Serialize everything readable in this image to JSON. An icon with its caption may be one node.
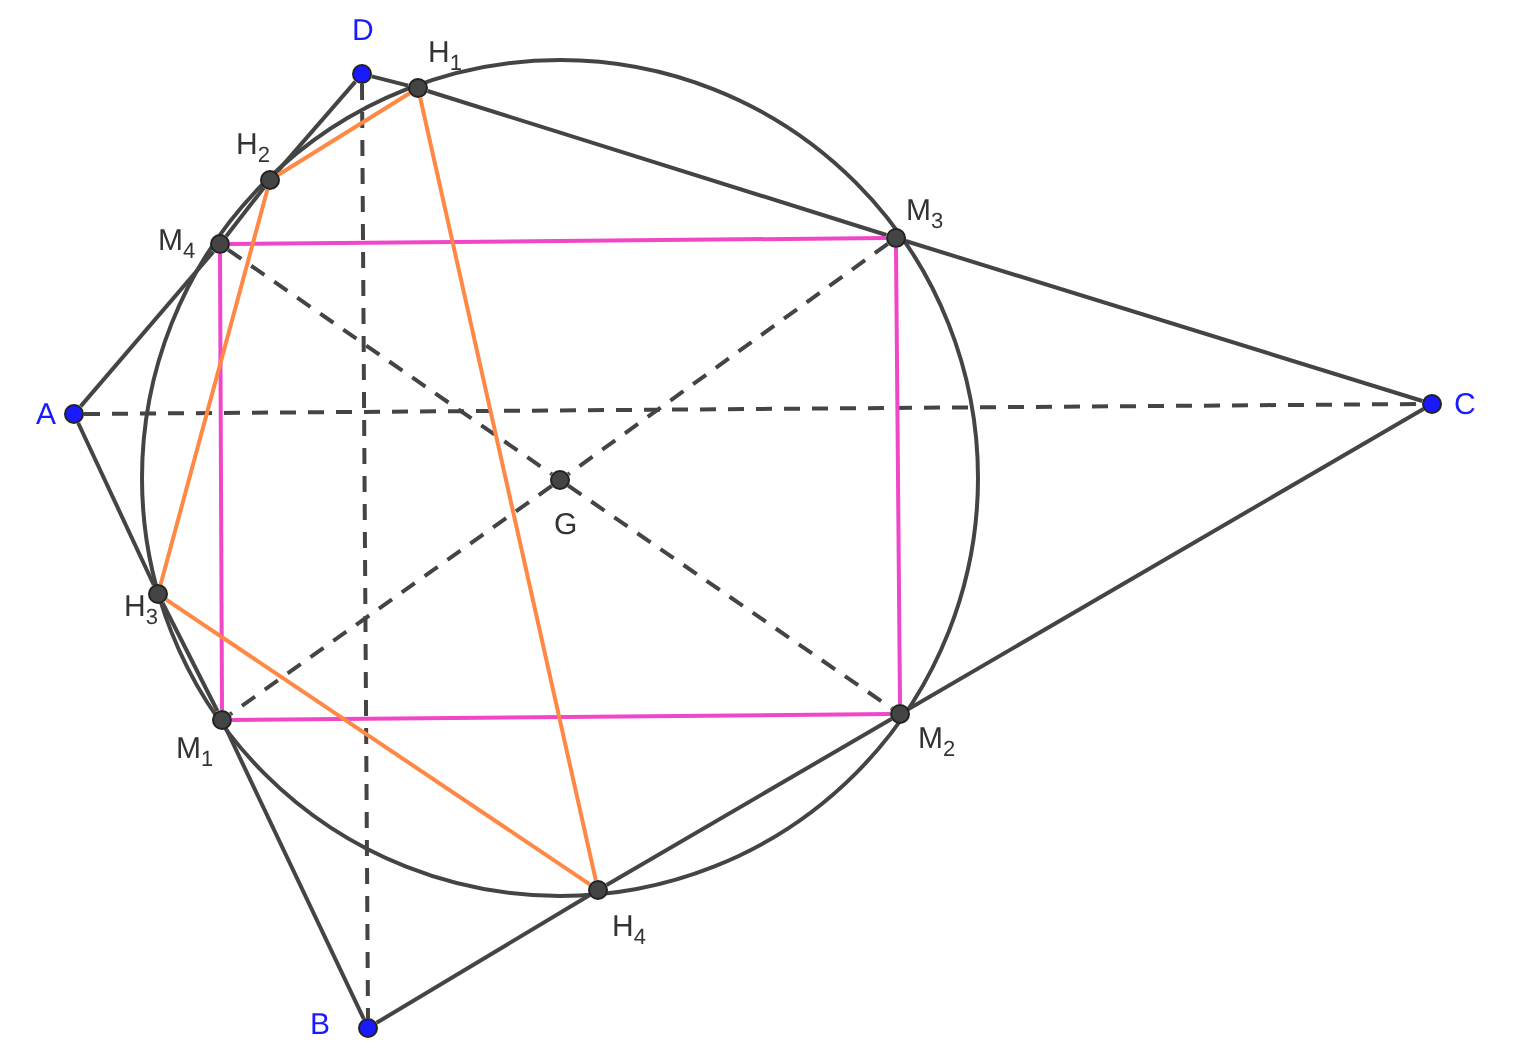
{
  "diagram": {
    "nodes": [
      {
        "text": [
          "D"
        ]
      },
      {
        "text": [
          "H$_{1}$"
        ]
      },
      {
        "text": [
          "H$_{2}$"
        ]
      },
      {
        "text": [
          "M$_{4}$"
        ]
      },
      {
        "text": [
          "M$_{3}$"
        ]
      },
      {
        "text": [
          "A"
        ]
      },
      {
        "text": [
          "C"
        ]
      },
      {
        "text": [
          "G"
        ]
      },
      {
        "text": [
          "H$_{3}$"
        ]
      },
      {
        "text": [
          "M$_{1}$"
        ]
      },
      {
        "text": [
          "M$_{2}$"
        ]
      },
      {
        "text": [
          "H$_{4}$"
        ]
      },
      {
        "text": [
          "B"
        ]
      }
    ],
    "edges": [
      {
        "from": 5,
        "to": 3,
        "arrow": "none"
      },
      {
        "from": 3,
        "to": 2,
        "arrow": "none"
      },
      {
        "from": 2,
        "to": 0,
        "arrow": "none"
      },
      {
        "from": 0,
        "to": 1,
        "arrow": "none"
      },
      {
        "from": 1,
        "to": 4,
        "arrow": "none"
      },
      {
        "from": 4,
        "to": 6,
        "arrow": "none"
      },
      {
        "from": 6,
        "to": 10,
        "arrow": "none"
      },
      {
        "from": 10,
        "to": 11,
        "arrow": "none"
      },
      {
        "from": 11,
        "to": 12,
        "arrow": "none"
      },
      {
        "from": 12,
        "to": 9,
        "arrow": "none"
      },
      {
        "from": 9,
        "to": 8,
        "arrow": "none"
      },
      {
        "from": 8,
        "to": 5,
        "arrow": "none"
      },
      {
        "from": 5,
        "to": 6,
        "arrow": "none",
        "style": "dashed"
      },
      {
        "from": 0,
        "to": 12,
        "arrow": "none",
        "style": "dashed"
      },
      {
        "from": 3,
        "to": 7,
        "arrow": "none",
        "style": "dashed"
      },
      {
        "from": 7,
        "to": 10,
        "arrow": "none",
        "style": "dashed"
      },
      {
        "from": 4,
        "to": 7,
        "arrow": "none",
        "style": "dashed"
      },
      {
        "from": 7,
        "to": 9,
        "arrow": "none",
        "style": "dashed"
      },
      {
        "from": 3,
        "to": 4,
        "arrow": "none",
        "color": "#f046c8"
      },
      {
        "from": 4,
        "to": 10,
        "arrow": "none",
        "color": "#f046c8"
      },
      {
        "from": 10,
        "to": 9,
        "arrow": "none",
        "color": "#f046c8"
      },
      {
        "from": 9,
        "to": 3,
        "arrow": "none",
        "color": "#f046c8"
      },
      {
        "from": 1,
        "to": 2,
        "arrow": "none",
        "color": "#ff8844"
      },
      {
        "from": 2,
        "to": 8,
        "arrow": "none",
        "color": "#ff8844"
      },
      {
        "from": 8,
        "to": 11,
        "arrow": "none",
        "color": "#ff8844"
      },
      {
        "from": 11,
        "to": 1,
        "arrow": "none",
        "color": "#ff8844"
      }
    ]
  }
}
